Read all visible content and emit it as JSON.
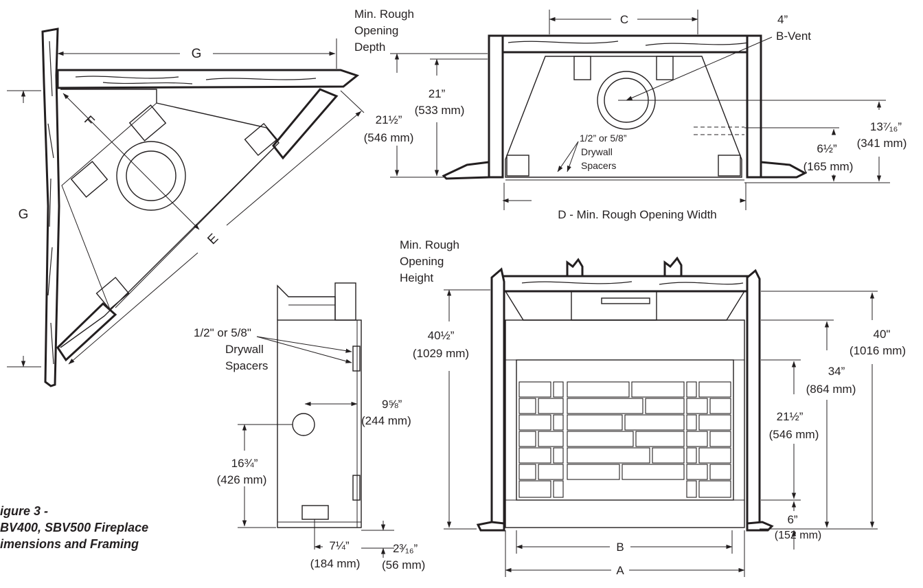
{
  "labels": {
    "g_top": "G",
    "g_left": "G",
    "f": "F",
    "e": "E",
    "c": "C",
    "d": "D - Min. Rough Opening Width",
    "b": "B",
    "a": "A",
    "vent_4": "4”",
    "vent_bvent": "B-Vent",
    "mrod_1": "Min. Rough",
    "mrod_2": "Opening",
    "mrod_3": "Depth",
    "mroh_1": "Min. Rough",
    "mroh_2": "Opening",
    "mroh_3": "Height",
    "dim_21_in": "21”",
    "dim_21_mm": "(533 mm)",
    "dim_21h_in": "21½”",
    "dim_21h_mm": "(546 mm)",
    "dim_13_in": "13⁷⁄₁₆”",
    "dim_13_mm": "(341 mm)",
    "dim_6h_in": "6½”",
    "dim_6h_mm": "(165 mm)",
    "spacer_top_1": "1/2” or 5/8”",
    "spacer_top_2": "Drywall",
    "spacer_top_3": "Spacers",
    "spacer_side_1": "1/2\" or 5/8\"",
    "spacer_side_2": "Drywall",
    "spacer_side_3": "Spacers",
    "dim_40h_in": "40½”",
    "dim_40h_mm": "(1029 mm)",
    "dim_40_in": "40\"",
    "dim_40_mm": "(1016 mm)",
    "dim_34_in": "34”",
    "dim_34_mm": "(864 mm)",
    "dim_21f_in": "21½”",
    "dim_21f_mm": "(546 mm)",
    "dim_6_in": "6”",
    "dim_6_mm": "(152 mm)",
    "dim_9_in": "9⅝”",
    "dim_9_mm": "(244 mm)",
    "dim_16_in": "16¾”",
    "dim_16_mm": "(426 mm)",
    "dim_7_in": "7¼”",
    "dim_7_mm": "(184 mm)",
    "dim_2_in": "2³⁄₁₆”",
    "dim_2_mm": "(56 mm)"
  },
  "caption": {
    "line1": "igure 3 -",
    "line2": "BV400, SBV500 Fireplace",
    "line3": "imensions and Framing"
  },
  "colors": {
    "ink": "#231f20",
    "background": "#ffffff"
  }
}
